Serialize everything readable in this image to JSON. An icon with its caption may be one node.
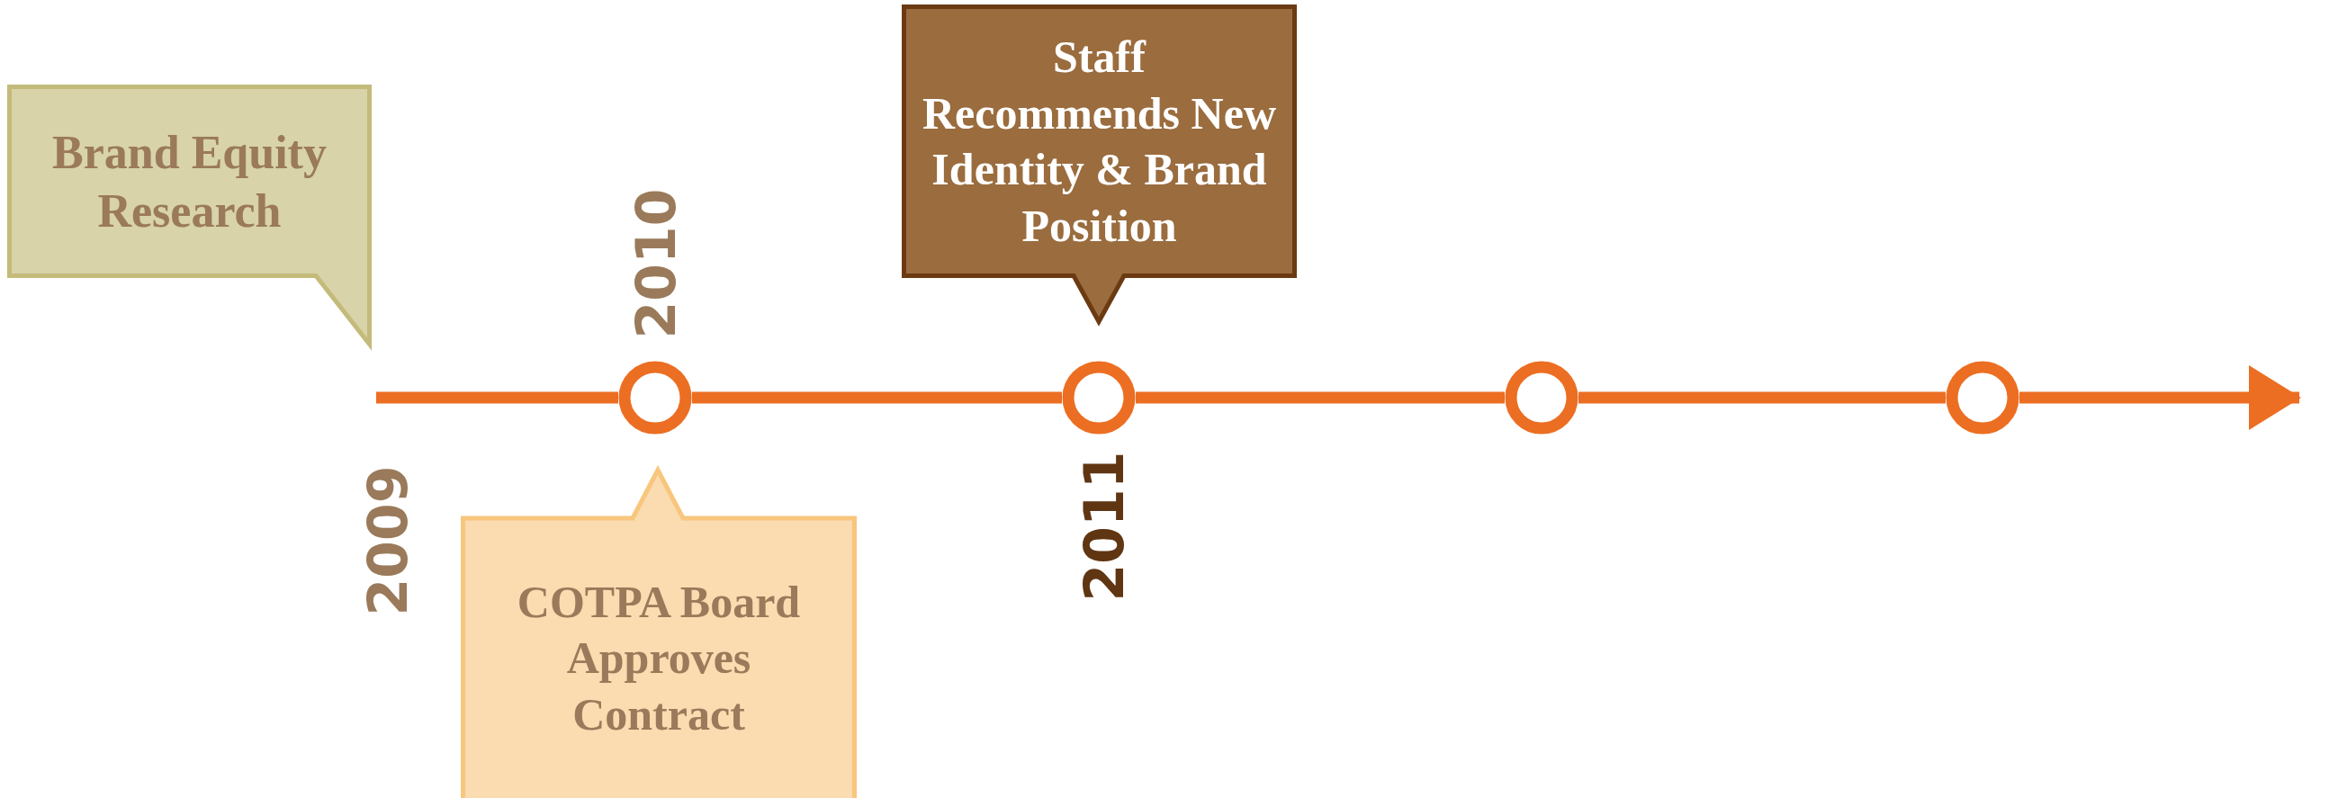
{
  "diagram": {
    "nodes": [
      {
        "text": [
          "Brand Equity Research"
        ]
      },
      {
        "text": [
          "Staff Recommends New Identity & Brand Position"
        ]
      },
      {
        "text": [],
        "shape": "circle"
      },
      {
        "text": [],
        "shape": "circle"
      },
      {
        "text": [],
        "shape": "circle"
      },
      {
        "text": [],
        "shape": "circle"
      },
      {
        "text": [
          "COTPA Board Approves Contract"
        ]
      }
    ],
    "edges": [
      {
        "from": null,
        "to": 2,
        "arrow": "none"
      },
      {
        "from": 2,
        "to": 3,
        "arrow": "none"
      },
      {
        "from": 3,
        "to": 4,
        "arrow": "none"
      },
      {
        "from": 4,
        "to": 5,
        "arrow": "none"
      },
      {
        "from": 5,
        "to": null,
        "arrow": "to"
      }
    ],
    "labels": [
      "2010",
      "2009",
      "2011"
    ]
  }
}
